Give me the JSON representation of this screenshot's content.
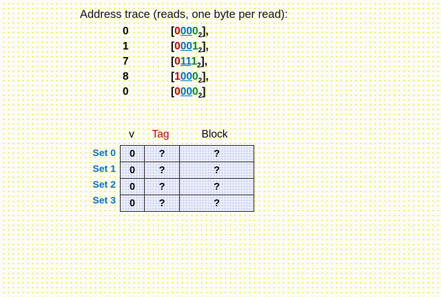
{
  "slide": {
    "title": "Address trace (reads, one byte per read):"
  },
  "colors": {
    "tag_bits": "#c00000",
    "set_index_bits": "#0070c0",
    "offset_bits": "#00862b",
    "set_label": "#0070c0",
    "table_fill": "#dfe3f7",
    "table_border": "#262626",
    "page_background": "#fbfbf7"
  },
  "address_trace": {
    "rows": [
      {
        "decimal": "0",
        "open_bracket": "[",
        "tag": "0",
        "set_index": "00",
        "offset": "0",
        "subscript": "2",
        "close_bracket": "]",
        "separator": ","
      },
      {
        "decimal": "1",
        "open_bracket": "[",
        "tag": "0",
        "set_index": "00",
        "offset": "1",
        "subscript": "2",
        "close_bracket": "]",
        "separator": ","
      },
      {
        "decimal": "7",
        "open_bracket": "[",
        "tag": "0",
        "set_index": "11",
        "offset": "1",
        "subscript": "2",
        "close_bracket": "]",
        "separator": ","
      },
      {
        "decimal": "8",
        "open_bracket": "[",
        "tag": "1",
        "set_index": "00",
        "offset": "0",
        "subscript": "2",
        "close_bracket": "]",
        "separator": ","
      },
      {
        "decimal": "0",
        "open_bracket": "[",
        "tag": "0",
        "set_index": "00",
        "offset": "0",
        "subscript": "2",
        "close_bracket": "]",
        "separator": ""
      }
    ]
  },
  "cache_table": {
    "headers": {
      "valid": "v",
      "tag": "Tag",
      "block": "Block"
    },
    "rows": [
      {
        "set_label": "Set 0",
        "valid": "0",
        "tag": "?",
        "block": "?"
      },
      {
        "set_label": "Set 1",
        "valid": "0",
        "tag": "?",
        "block": "?"
      },
      {
        "set_label": "Set 2",
        "valid": "0",
        "tag": "?",
        "block": "?"
      },
      {
        "set_label": "Set 3",
        "valid": "0",
        "tag": "?",
        "block": "?"
      }
    ]
  }
}
